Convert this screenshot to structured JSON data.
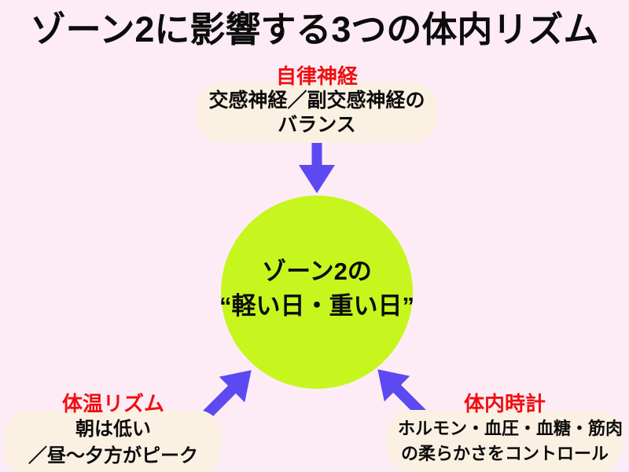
{
  "title": "ゾーン2に影響する3つの体内リズム",
  "colors": {
    "background": "#FDECF5",
    "box_bg": "#FBF1E3",
    "circle": "#C6F61E",
    "arrow": "#5C49F1",
    "label_red": "#EE1010",
    "text": "#0C0C0C"
  },
  "center": {
    "line1": "ゾーン2の",
    "line2": "“軽い日・重い日”"
  },
  "factors": {
    "autonomic": {
      "label": "自律神経",
      "desc_line1": "交感神経／副交感神経の",
      "desc_line2": "バランス"
    },
    "temperature": {
      "label": "体温リズム",
      "desc_line1": "朝は低い",
      "desc_line2": "／昼〜夕方がピーク"
    },
    "body_clock": {
      "label": "体内時計",
      "desc_line1": "ホルモン・血圧・血糖・筋肉",
      "desc_line2": "の柔らかさをコントロール"
    }
  },
  "icons": {
    "top_arrow": "arrow-down-icon",
    "left_arrow": "arrow-up-right-icon",
    "right_arrow": "arrow-up-left-icon"
  }
}
